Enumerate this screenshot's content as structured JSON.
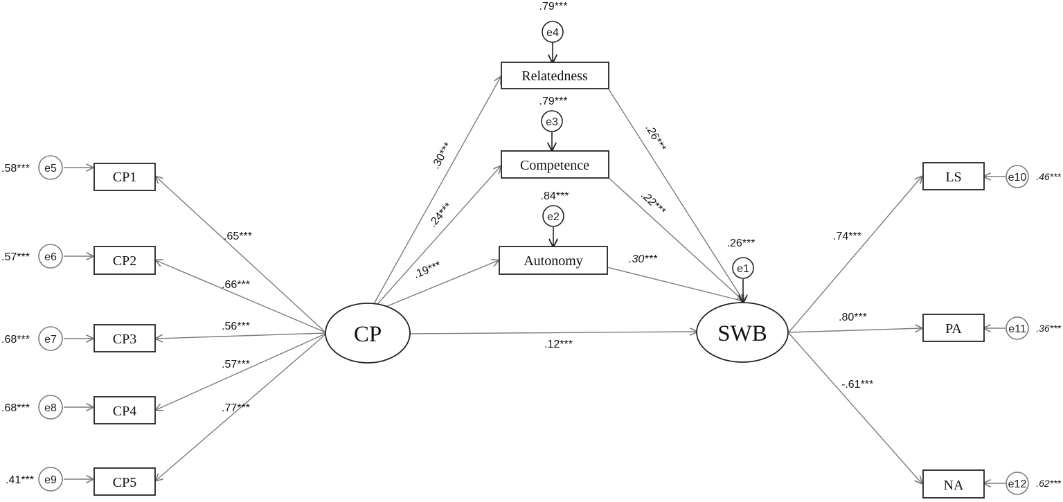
{
  "diagram": {
    "nodes": {
      "cp": "CP",
      "swb": "SWB",
      "relatedness": "Relatedness",
      "competence": "Competence",
      "autonomy": "Autonomy",
      "cp1": "CP1",
      "cp2": "CP2",
      "cp3": "CP3",
      "cp4": "CP4",
      "cp5": "CP5",
      "ls": "LS",
      "pa": "PA",
      "na": "NA"
    },
    "errors": {
      "e1": "e1",
      "e2": "e2",
      "e3": "e3",
      "e4": "e4",
      "e5": "e5",
      "e6": "e6",
      "e7": "e7",
      "e8": "e8",
      "e9": "e9",
      "e10": "e10",
      "e11": "e11",
      "e12": "e12"
    },
    "coefficients": {
      "top_e4": ".79***",
      "top_e3": ".79***",
      "top_e2": ".84***",
      "top_e1": ".26***",
      "cp_rel": ".30***",
      "cp_comp": ".24***",
      "cp_aut": ".19***",
      "rel_swb": ".26***",
      "comp_swb": ".22***",
      "aut_swb": ".30***",
      "cp_swb": ".12***",
      "cp1": ".65***",
      "cp2": ".66***",
      "cp3": ".56***",
      "cp4": ".57***",
      "cp5": ".77***",
      "e5": ".58***",
      "e6": ".57***",
      "e7": ".68***",
      "e8": ".68***",
      "e9": ".41***",
      "ls": ".74***",
      "pa": ".80***",
      "na": "-.61***",
      "e10": ".46***",
      "e11": ".36***",
      "e12": ".62***"
    }
  }
}
